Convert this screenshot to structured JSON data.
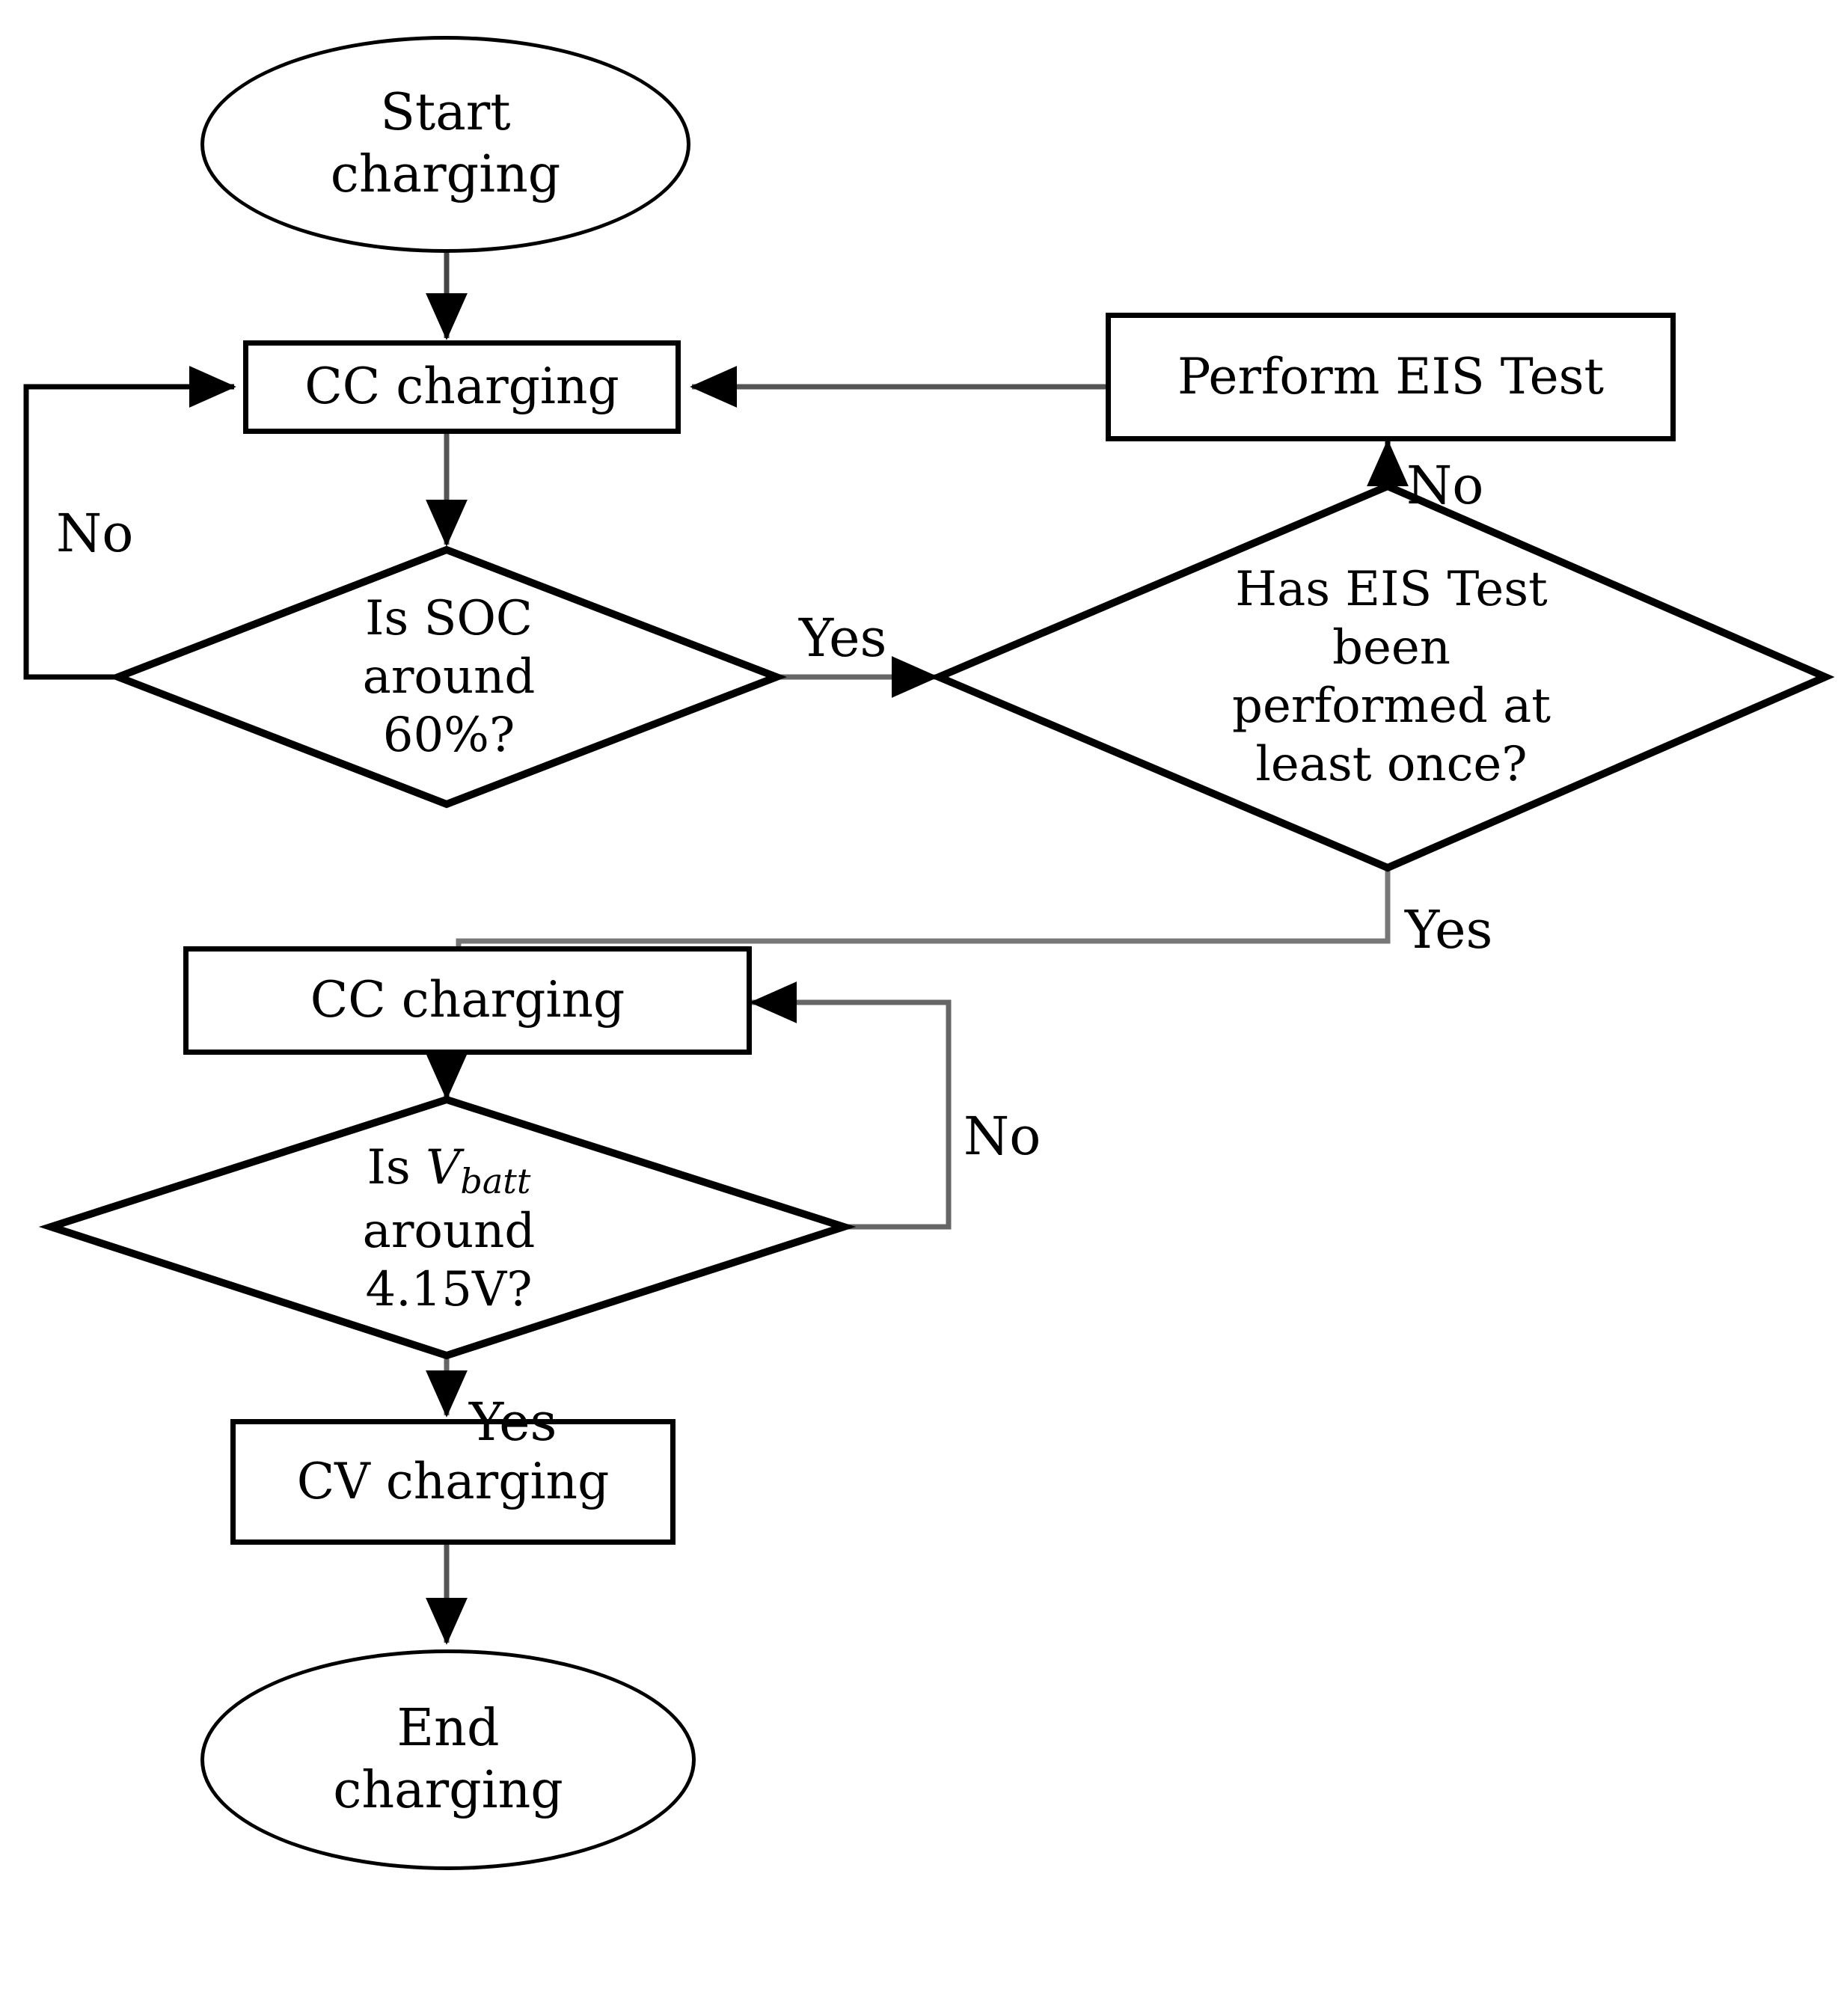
{
  "diagram": {
    "title": "Battery charging procedure with EIS test flowchart",
    "stroke_color": "#000000",
    "background_color": "#ffffff",
    "nodes": [
      {
        "id": "start",
        "shape": "terminator",
        "text": "Start\ncharging"
      },
      {
        "id": "cc1",
        "shape": "process",
        "text": "CC charging"
      },
      {
        "id": "eis",
        "shape": "process",
        "text": "Perform EIS Test"
      },
      {
        "id": "soc",
        "shape": "decision",
        "text": "Is SOC\naround\n60%?"
      },
      {
        "id": "haseis",
        "shape": "decision",
        "text": "Has EIS Test\nbeen\nperformed at\nleast once?"
      },
      {
        "id": "cc2",
        "shape": "process",
        "text": "CC charging"
      },
      {
        "id": "vbatt",
        "shape": "decision",
        "text": "Is V_batt\naround\n4.15V?",
        "text_parts": {
          "line1_prefix": "Is ",
          "line1_var": "V",
          "line1_sub": "batt",
          "line2": "around",
          "line3": "4.15V?"
        }
      },
      {
        "id": "cv",
        "shape": "process",
        "text": "CV charging"
      },
      {
        "id": "end",
        "shape": "terminator",
        "text": "End\ncharging"
      }
    ],
    "edges": [
      {
        "from": "start",
        "to": "cc1",
        "label": ""
      },
      {
        "from": "cc1",
        "to": "soc",
        "label": ""
      },
      {
        "from": "soc",
        "to": "cc1",
        "label": "No",
        "side": "left"
      },
      {
        "from": "soc",
        "to": "haseis",
        "label": "Yes",
        "side": "right"
      },
      {
        "from": "haseis",
        "to": "eis",
        "label": "No",
        "side": "top"
      },
      {
        "from": "eis",
        "to": "cc1",
        "label": ""
      },
      {
        "from": "haseis",
        "to": "cc2",
        "label": "Yes",
        "side": "bottom"
      },
      {
        "from": "cc2",
        "to": "vbatt",
        "label": ""
      },
      {
        "from": "vbatt",
        "to": "cc2",
        "label": "No",
        "side": "right"
      },
      {
        "from": "vbatt",
        "to": "cv",
        "label": "Yes",
        "side": "bottom"
      },
      {
        "from": "cv",
        "to": "end",
        "label": ""
      }
    ],
    "labels": {
      "no_soc_left": "No",
      "yes_soc_right": "Yes",
      "no_haseis_top": "No",
      "yes_haseis_bottom": "Yes",
      "no_vbatt_right": "No",
      "yes_vbatt_bottom": "Yes"
    },
    "node_text": {
      "start_line1": "Start",
      "start_line2": "charging",
      "cc1": "CC charging",
      "eis": "Perform EIS Test",
      "soc_line1": "Is SOC",
      "soc_line2": "around",
      "soc_line3": "60%?",
      "haseis_line1": "Has EIS Test",
      "haseis_line2": "been",
      "haseis_line3": "performed at",
      "haseis_line4": "least once?",
      "cc2": "CC charging",
      "vbatt_line1_prefix": "Is ",
      "vbatt_line1_var": "V",
      "vbatt_line1_sub": "batt",
      "vbatt_line2": "around",
      "vbatt_line3": "4.15V?",
      "cv": "CV charging",
      "end_line1": "End",
      "end_line2": "charging"
    }
  }
}
